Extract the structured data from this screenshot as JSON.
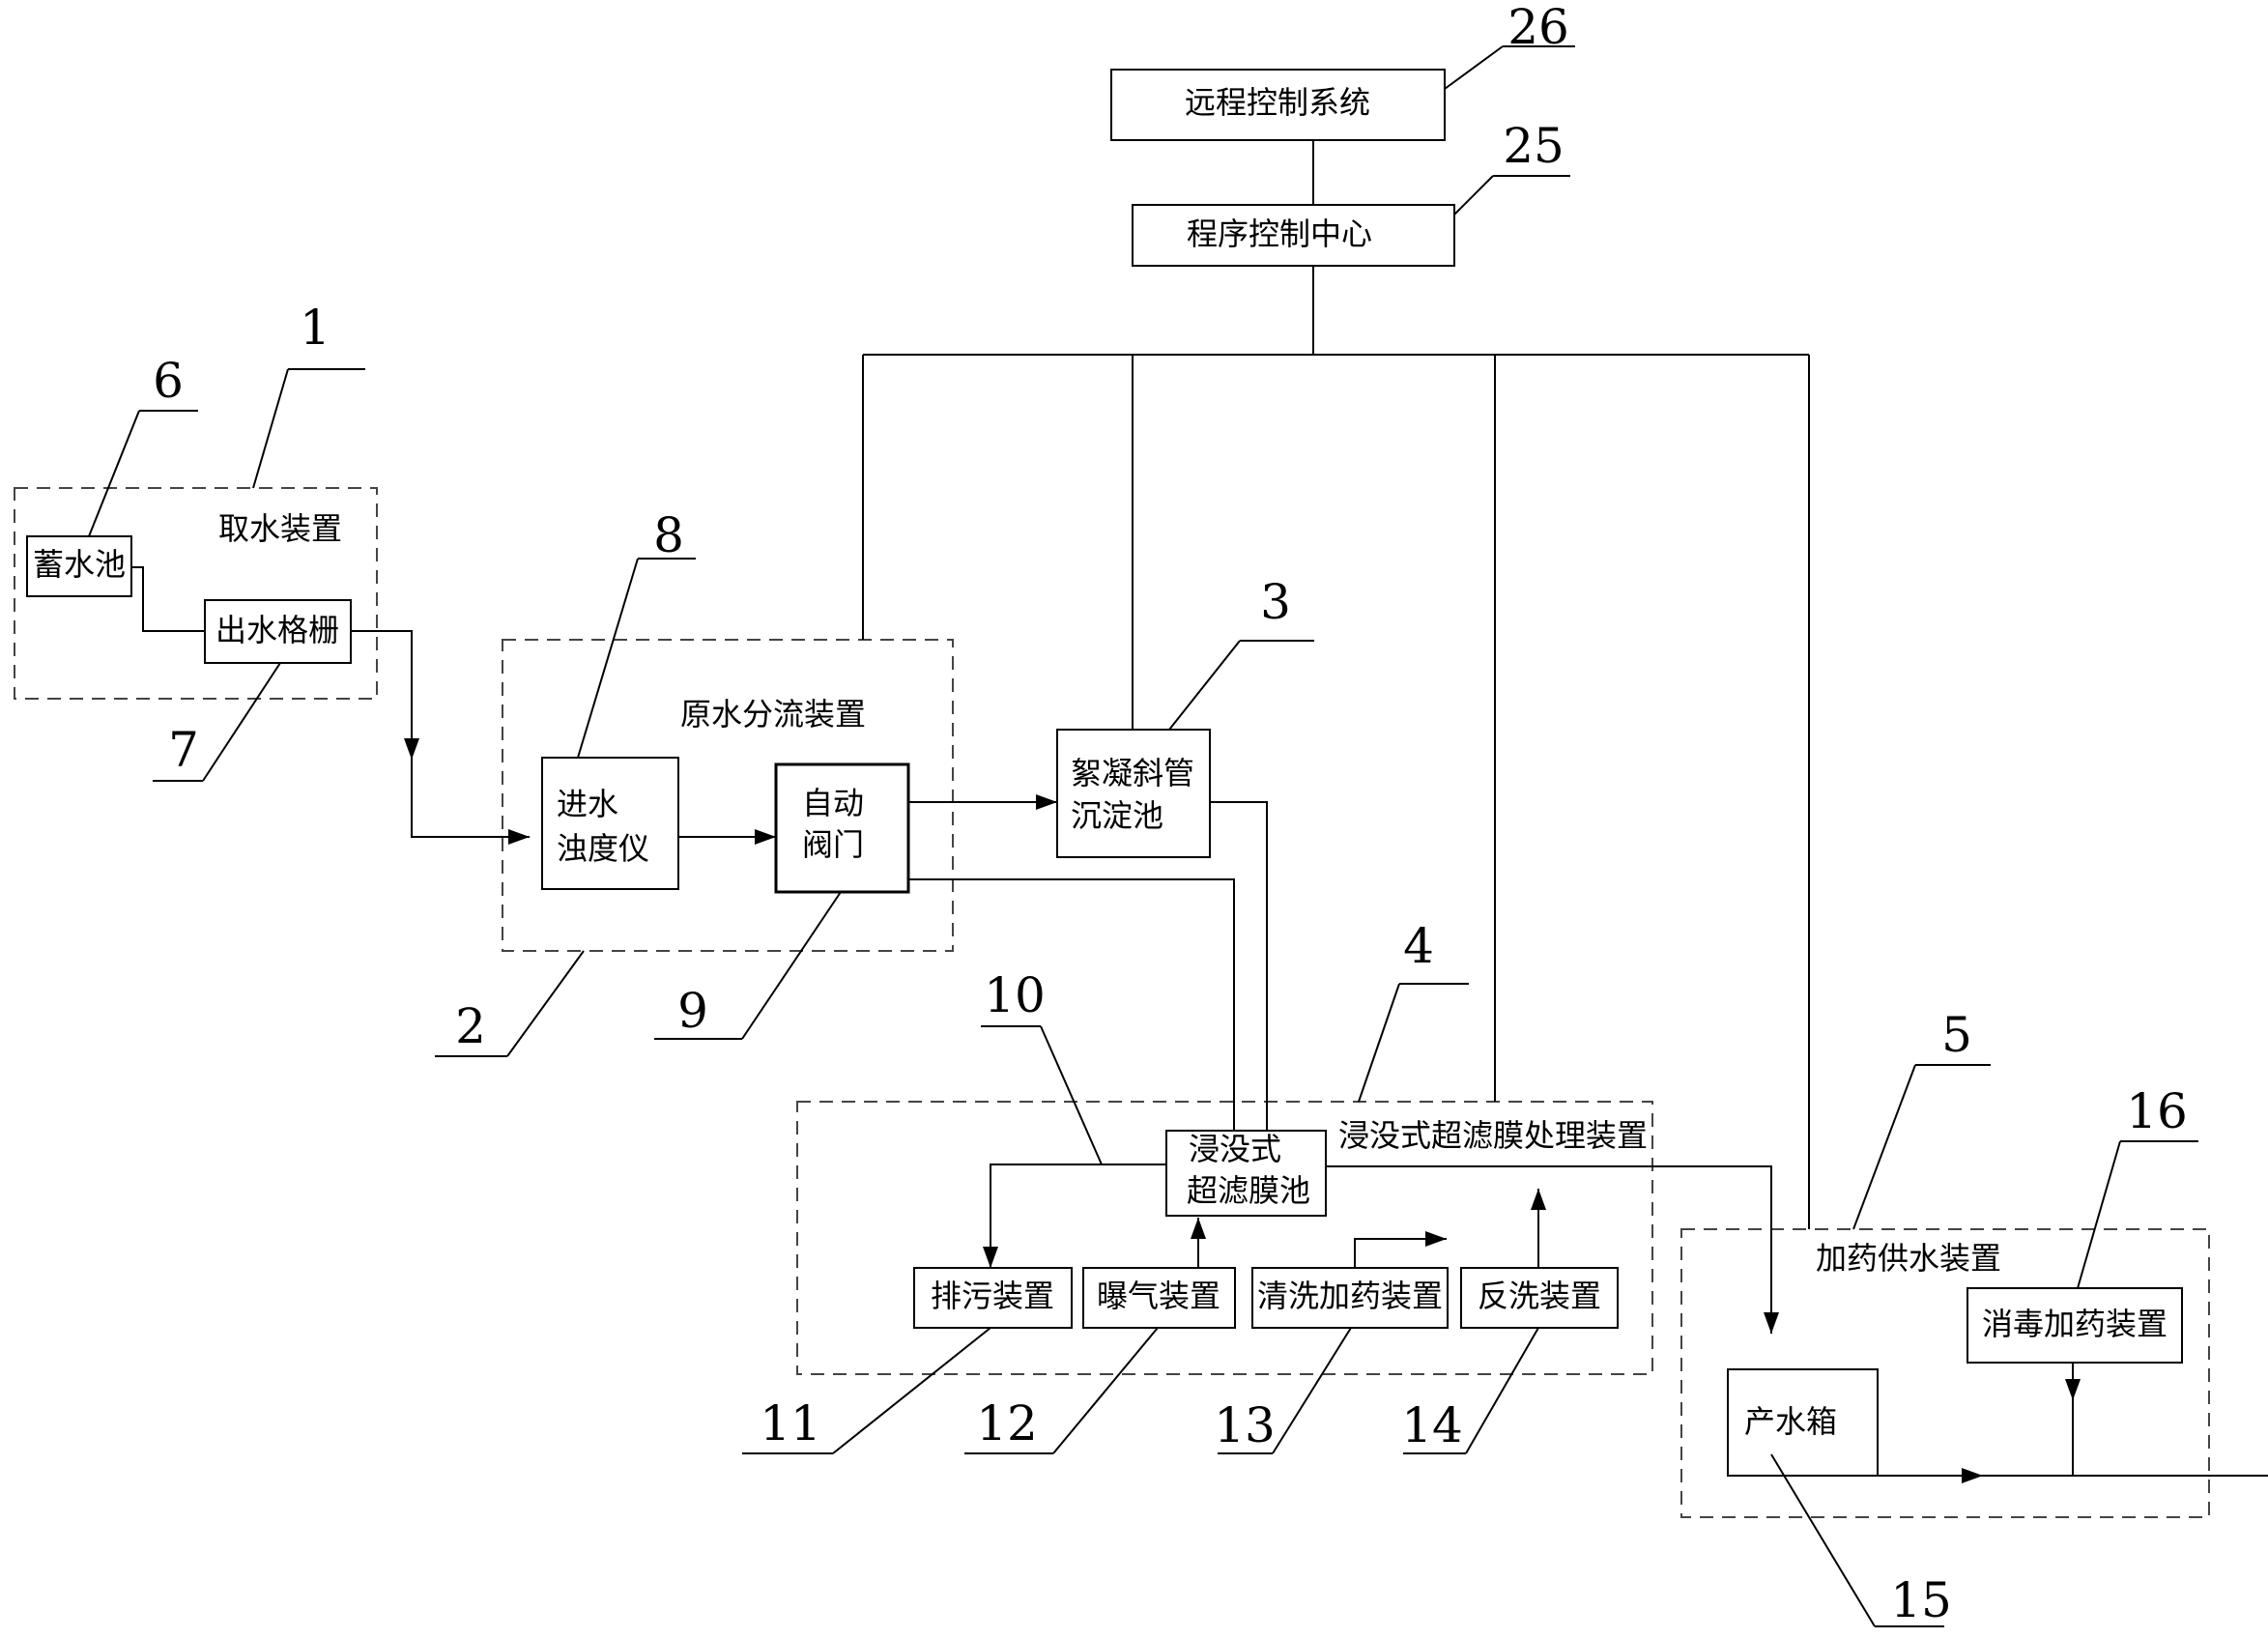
{
  "colors": {
    "line": "#000000",
    "dashed_group": "#444444",
    "background": "#ffffff"
  },
  "groups": {
    "intake": "取水装置",
    "raw_split": "原水分流装置",
    "uf_treatment": "浸没式超滤膜处理装置",
    "dosing_supply": "加药供水装置"
  },
  "blocks": {
    "remote_control": "远程控制系统",
    "program_center": "程序控制中心",
    "reservoir": "蓄水池",
    "outlet_grille": "出水格栅",
    "turbidity_line1": "进水",
    "turbidity_line2": "浊度仪",
    "valve_line1": "自动",
    "valve_line2": "阀门",
    "settling_line1": "絮凝斜管",
    "settling_line2": "沉淀池",
    "uf_pool_line1": "浸没式",
    "uf_pool_line2": "超滤膜池",
    "sewage": "排污装置",
    "aeration": "曝气装置",
    "cleaning_dosing": "清洗加药装置",
    "backwash": "反洗装置",
    "product_tank": "产水箱",
    "disinfect_dosing": "消毒加药装置"
  },
  "labels": {
    "n1": "1",
    "n2": "2",
    "n3": "3",
    "n4": "4",
    "n5": "5",
    "n6": "6",
    "n7": "7",
    "n8": "8",
    "n9": "9",
    "n10": "10",
    "n11": "11",
    "n12": "12",
    "n13": "13",
    "n14": "14",
    "n15": "15",
    "n16": "16",
    "n25": "25",
    "n26": "26"
  }
}
